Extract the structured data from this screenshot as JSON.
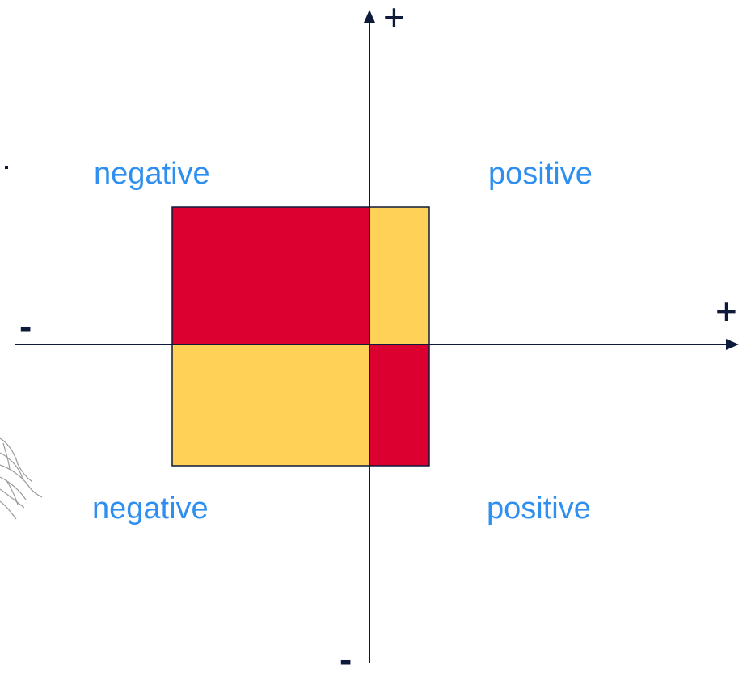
{
  "signs": {
    "y_plus": "+",
    "y_minus": "-",
    "x_plus": "+",
    "x_minus": "-"
  },
  "quadrant_labels": {
    "top_left": "negative",
    "top_right": "positive",
    "bottom_left": "negative",
    "bottom_right": "positive"
  },
  "colors": {
    "axis": "#0d1a3a",
    "label": "#2f8ff0",
    "negative_fill": "#dc0030",
    "positive_fill": "#ffd257"
  },
  "icons": {
    "sketch": "hand-sketch-decoration-icon"
  }
}
